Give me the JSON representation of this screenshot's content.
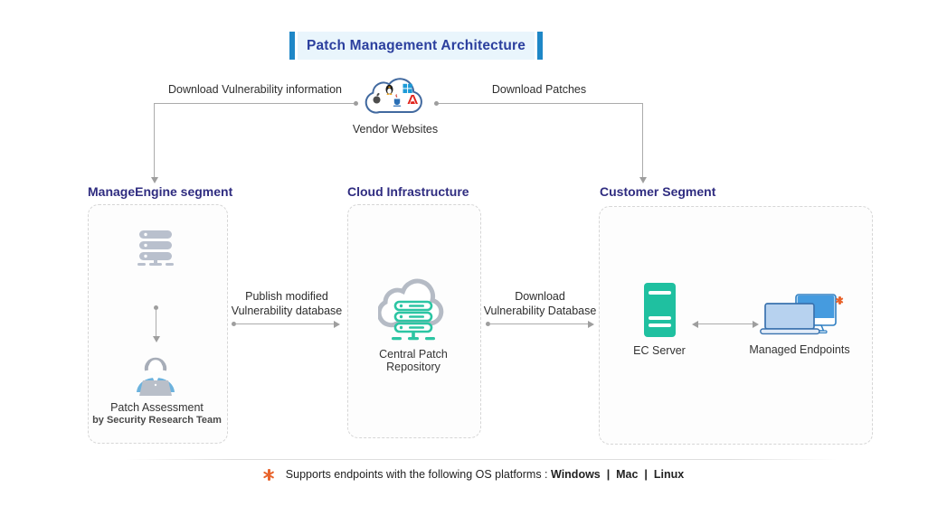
{
  "title": {
    "text": "Patch Management Architecture"
  },
  "vendor": {
    "label": "Vendor Websites",
    "icon": "vendor-cloud-icon",
    "logos": [
      "apple-logo",
      "linux-tux-logo",
      "windows-logo",
      "java-logo",
      "adobe-logo"
    ]
  },
  "flows": {
    "download_vuln_info": "Download Vulnerability information",
    "download_patches": "Download Patches",
    "publish_modified": {
      "line1": "Publish modified",
      "line2": "Vulnerability database"
    },
    "download_vuln_db": {
      "line1": "Download",
      "line2": "Vulnerability Database"
    }
  },
  "segments": {
    "manageengine": {
      "heading": "ManageEngine segment",
      "icons": [
        "server-stack-icon",
        "security-analyst-icon"
      ],
      "caption": "Patch Assessment",
      "subcaption": "by Security Research Team"
    },
    "cloud": {
      "heading": "Cloud Infrastructure",
      "icons": [
        "cloud-repository-icon"
      ],
      "caption_line1": "Central Patch",
      "caption_line2": "Repository"
    },
    "customer": {
      "heading": "Customer Segment",
      "icons": [
        "ec-server-icon",
        "managed-endpoints-icon"
      ],
      "ec_server_label": "EC Server",
      "endpoints_label": "Managed Endpoints"
    }
  },
  "footnote": {
    "prefix": "Supports endpoints with the following OS platforms : ",
    "platforms": "Windows  |  Mac  |  Linux"
  },
  "colors": {
    "accent_bar_blue": "#1e87c7",
    "title_panel_blue": "#e9f5fc",
    "title_text_navy": "#2b3f9e",
    "heading_indigo": "#2f2c80",
    "teal_server": "#1fc0a0",
    "endpoint_blue": "#459bdf",
    "laptop_light_blue": "#b7d2ef",
    "note_orange": "#e8642d",
    "connector_gray": "#ababab",
    "icon_gray": "#b9c0cd"
  }
}
